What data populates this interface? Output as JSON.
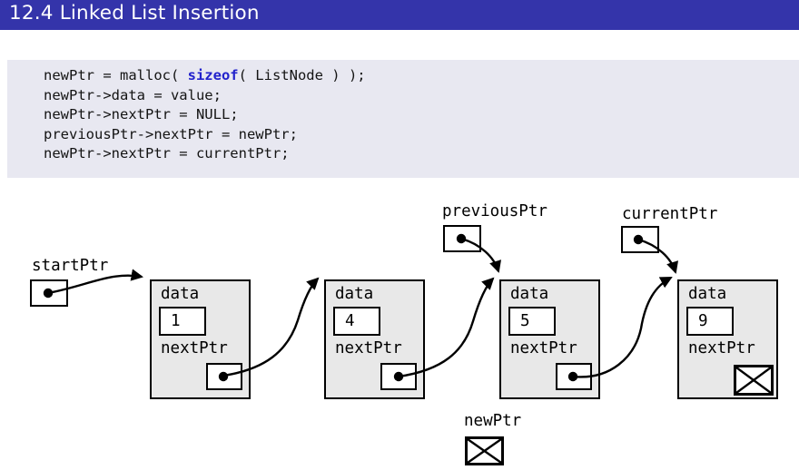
{
  "colors": {
    "title_bar_bg": "#3434aa",
    "title_text": "#ffffff",
    "code_bg": "#e8e8f1",
    "code_text": "#141414",
    "keyword_blue": "#2222cc",
    "node_bg": "#e8e8e8",
    "line_black": "#000000"
  },
  "header": {
    "title": "12.4 Linked List Insertion"
  },
  "code": {
    "lines": [
      {
        "prefix": "newPtr = malloc( ",
        "keyword": "sizeof",
        "suffix": "( ListNode ) );"
      },
      {
        "text": "newPtr->data = value;"
      },
      {
        "text": "newPtr->nextPtr = NULL;"
      },
      {
        "text": "previousPtr->nextPtr = newPtr;"
      },
      {
        "text": "newPtr->nextPtr = currentPtr;"
      }
    ]
  },
  "diagram": {
    "start_pointer_label": "startPtr",
    "previous_pointer_label": "previousPtr",
    "current_pointer_label": "currentPtr",
    "new_pointer_label": "newPtr",
    "nodes": [
      {
        "data_label": "data",
        "value": "1",
        "next_label": "nextPtr",
        "next_is_null": false
      },
      {
        "data_label": "data",
        "value": "4",
        "next_label": "nextPtr",
        "next_is_null": false
      },
      {
        "data_label": "data",
        "value": "5",
        "next_label": "nextPtr",
        "next_is_null": false
      },
      {
        "data_label": "data",
        "value": "9",
        "next_label": "nextPtr",
        "next_is_null": true
      }
    ]
  }
}
